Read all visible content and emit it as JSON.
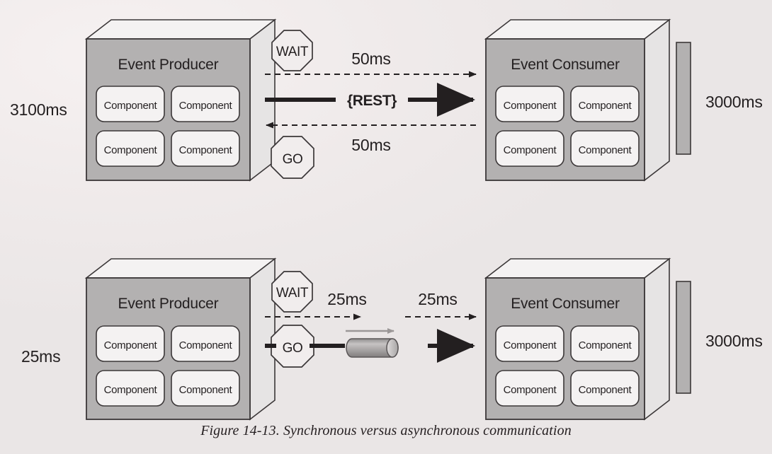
{
  "figure": {
    "caption": "Figure 14-13. Synchronous versus asynchronous communication",
    "background_color": "#efeaea",
    "ink_color": "#231f20",
    "box_face_color": "#b3b1b1",
    "box_top_color": "#f4f2f2",
    "component_fill": "#f4f2f2"
  },
  "rows": [
    {
      "id": "synchronous",
      "left_timing_label": "3100ms",
      "right_timing_label": "3000ms",
      "producer": {
        "title": "Event Producer",
        "components": [
          "Component",
          "Component",
          "Component",
          "Component"
        ]
      },
      "consumer": {
        "title": "Event Consumer",
        "components": [
          "Component",
          "Component",
          "Component",
          "Component"
        ]
      },
      "octagons": [
        {
          "name": "wait-octagon",
          "label": "WAIT"
        },
        {
          "name": "go-octagon",
          "label": "GO"
        }
      ],
      "protocol_label": "{REST}",
      "latency_labels": [
        "50ms",
        "50ms"
      ]
    },
    {
      "id": "asynchronous",
      "left_timing_label": "25ms",
      "right_timing_label": "3000ms",
      "producer": {
        "title": "Event Producer",
        "components": [
          "Component",
          "Component",
          "Component",
          "Component"
        ]
      },
      "consumer": {
        "title": "Event Consumer",
        "components": [
          "Component",
          "Component",
          "Component",
          "Component"
        ]
      },
      "octagons": [
        {
          "name": "wait-octagon",
          "label": "WAIT"
        },
        {
          "name": "go-octagon",
          "label": "GO"
        }
      ],
      "queue_label": "",
      "latency_labels": [
        "25ms",
        "25ms"
      ]
    }
  ]
}
